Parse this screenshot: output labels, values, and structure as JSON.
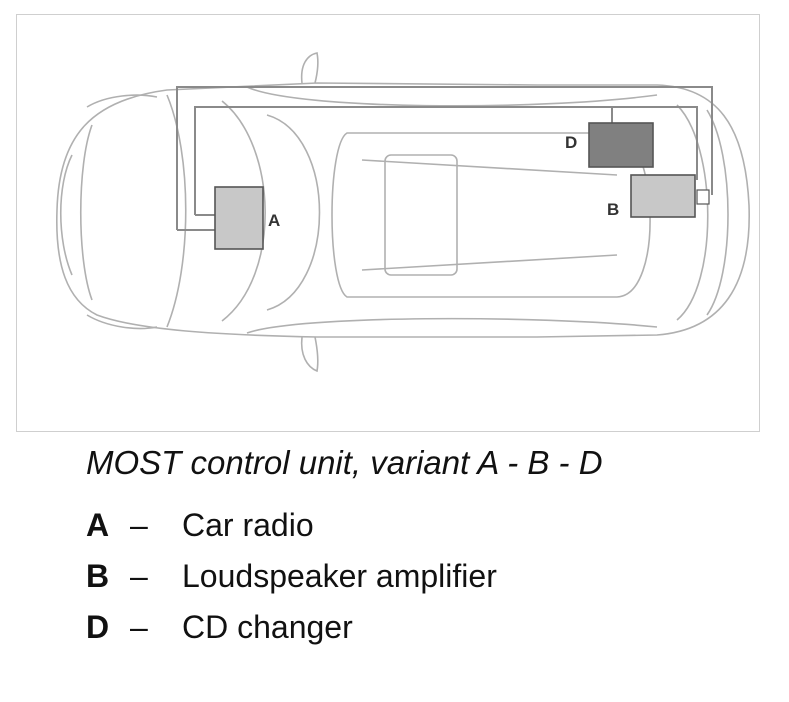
{
  "caption": "MOST control unit, variant A - B - D",
  "components": [
    {
      "letter": "A",
      "dash": "–",
      "name": "Car radio",
      "color": "#c8c8c8"
    },
    {
      "letter": "B",
      "dash": "–",
      "name": "Loudspeaker amplifier",
      "color": "#c8c8c8"
    },
    {
      "letter": "D",
      "dash": "–",
      "name": "CD changer",
      "color": "#808080"
    }
  ],
  "colors": {
    "body_outline": "#b0b0b0",
    "wiring": "#8a8a8a",
    "module_border": "#555555"
  }
}
